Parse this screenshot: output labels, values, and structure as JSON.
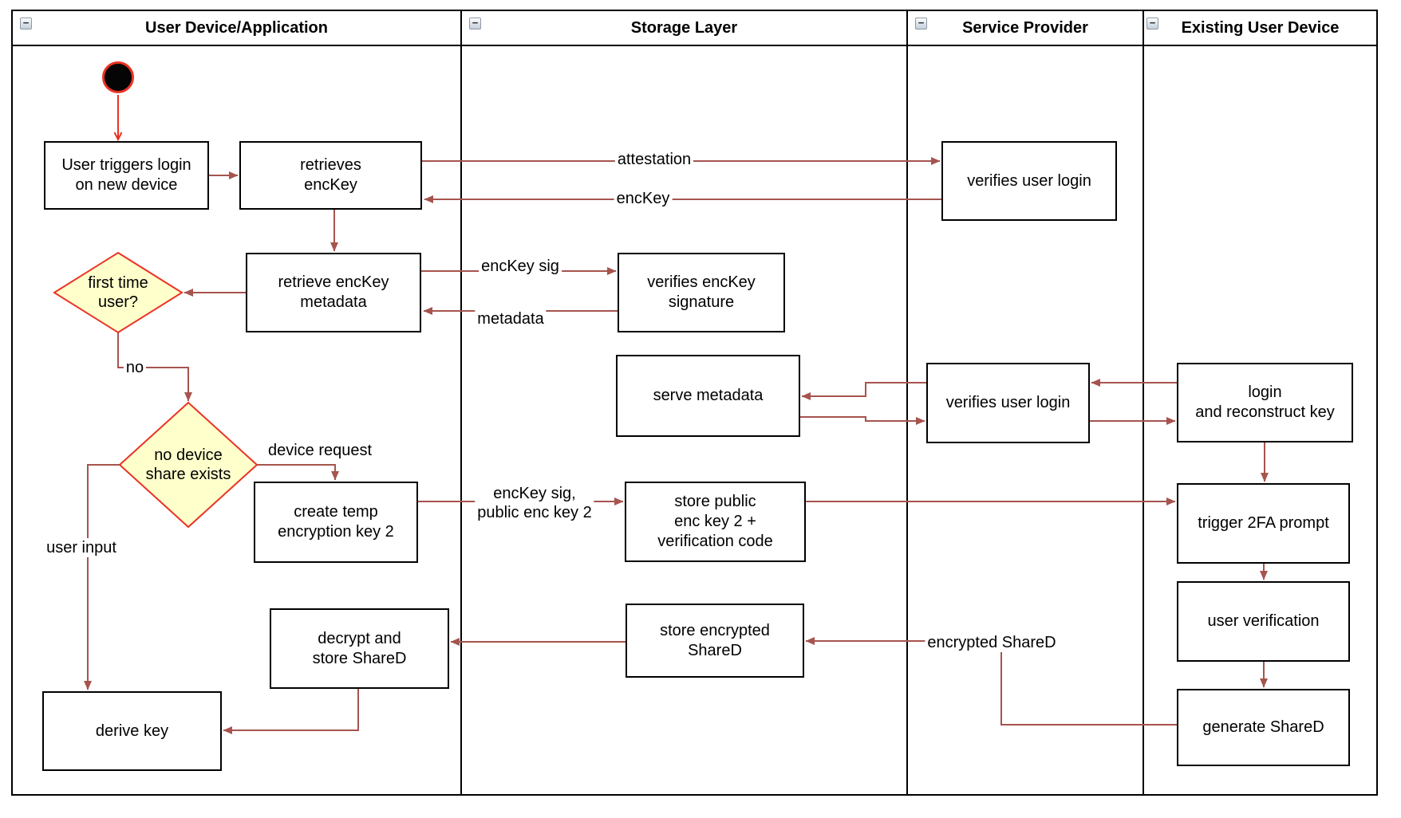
{
  "app": {
    "view": "activity-swimlane-diagram"
  },
  "colors": {
    "connector": "#A6544E",
    "flow_accent": "#EA3323",
    "decision_fill": "#FFFFCC",
    "decision_border": "#EA3323",
    "node_fill": "#FFFFFF",
    "node_border": "#000000",
    "lane_border": "#000000"
  },
  "lanes": [
    {
      "title": "User Device/Application",
      "collapse_icon": "−"
    },
    {
      "title": "Storage Layer",
      "collapse_icon": "−"
    },
    {
      "title": "Service Provider",
      "collapse_icon": "−"
    },
    {
      "title": "Existing User Device",
      "collapse_icon": "−"
    }
  ],
  "nodes": {
    "user_triggers": {
      "label": "User triggers login\non new device"
    },
    "retrieves_enckey": {
      "label": "retrieves\nencKey"
    },
    "retrieve_metadata": {
      "label": "retrieve encKey\nmetadata"
    },
    "first_time_user": {
      "label": "first time\nuser?"
    },
    "no_device_share": {
      "label": "no device\nshare exists"
    },
    "create_temp_key": {
      "label": "create temp\nencryption key 2"
    },
    "verifies_sig": {
      "label": "verifies encKey\nsignature"
    },
    "serve_metadata": {
      "label": "serve metadata"
    },
    "store_public": {
      "label": "store public\nenc key 2 +\nverification code"
    },
    "store_encrypted": {
      "label": "store encrypted\nShareD"
    },
    "decrypt_store": {
      "label": "decrypt and\nstore ShareD"
    },
    "derive_key": {
      "label": "derive key"
    },
    "verifies_login_top": {
      "label": "verifies user login"
    },
    "verifies_login_mid": {
      "label": "verifies user login"
    },
    "login_reconstruct": {
      "label": "login\nand reconstruct key"
    },
    "trigger_2fa": {
      "label": "trigger 2FA prompt"
    },
    "user_verification": {
      "label": "user verification"
    },
    "generate_shared": {
      "label": "generate ShareD"
    }
  },
  "edge_labels": {
    "attestation": "attestation",
    "enckey": "encKey",
    "enckey_sig": "encKey sig",
    "metadata": "metadata",
    "no": "no",
    "device_request": "device request",
    "user_input": "user input",
    "enckey_sig_public": "encKey sig,\npublic enc key 2",
    "encrypted_shared": "encrypted ShareD"
  }
}
